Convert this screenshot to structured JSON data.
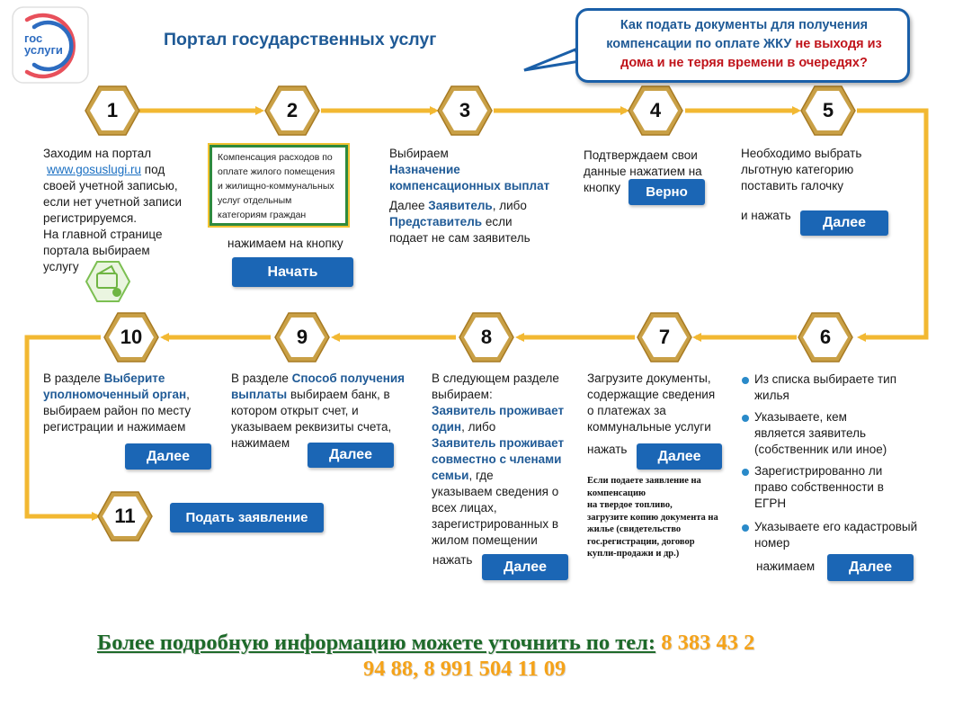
{
  "logo": {
    "line1": "гос",
    "line2": "услуги"
  },
  "title": "Портал государственных услуг",
  "callout": {
    "part1": "Как подать документы для получения компенсации по оплате ЖКУ ",
    "part2": "не выходя из дома и не теряя времени в очередях?"
  },
  "steps": [
    "1",
    "2",
    "3",
    "4",
    "5",
    "6",
    "7",
    "8",
    "9",
    "10",
    "11"
  ],
  "step1": {
    "line1": "Заходим  на портал",
    "link": "www.gosuslugi.ru",
    "line2": " под",
    "line3": "своей учетной  записью,",
    "line4": "если нет учетной записи",
    "line5": "регистрируемся.",
    "line6": "На главной странице",
    "line7": "портала выбираем",
    "line8": "услугу"
  },
  "step2": {
    "service": "Компенсация расходов по оплате жилого помещения и жилищно-коммунальных услуг отдельным категориям граждан",
    "press": "нажимаем на кнопку",
    "button": "Начать"
  },
  "step3": {
    "line1": "Выбираем",
    "bold1": "Назначение",
    "bold2": "компенсационных выплат",
    "line2a": "Далее ",
    "bold3": "Заявитель",
    "line2b": ",  либо",
    "bold4": "Представитель",
    "line3b": "  если",
    "line4": "подает не сам заявитель"
  },
  "step4": {
    "line1": "Подтверждаем  свои",
    "line2": "данные  нажатием  на",
    "line3": "кнопку",
    "button": "Верно"
  },
  "step5": {
    "line1": "Необходимо выбрать",
    "line2": "льготную категорию",
    "line3": "поставить галочку",
    "line4": "и нажать",
    "button": "Далее"
  },
  "step6": {
    "items": [
      [
        "Из списка выбираете тип",
        "жилья"
      ],
      [
        "Указываете, кем",
        "является заявитель",
        "(собственник или иное)"
      ],
      [
        "Зарегистрированно ли",
        "право собственности в",
        "ЕГРН"
      ],
      [
        "Указываете его кадастровый",
        "номер"
      ]
    ],
    "press": "нажимаем",
    "button": "Далее"
  },
  "step7": {
    "line1": "Загрузите документы,",
    "line2": "содержащие сведения",
    "line3": "о платежах за",
    "line4": "коммунальные услуги",
    "press": "нажать",
    "button": "Далее",
    "note": [
      "Если подаете заявление на",
      "компенсацию",
      "на твердое топливо,",
      "загрузите копию документа на",
      "жилье (свидетельство",
      "гос.регистрации, договор",
      "купли-продажи и др.)"
    ]
  },
  "step8": {
    "line1": "В следующем разделе",
    "line2": "выбираем:",
    "bold1": "Заявитель проживает",
    "bold2": "один",
    "line3": ", либо",
    "bold3": "Заявитель проживает",
    "bold4": "совместно с членами",
    "bold5": "семьи",
    "line4": ", где",
    "line5": "указываем сведения о",
    "line6": "всех лицах,",
    "line7": "зарегистрированных в",
    "line8": "жилом помещении",
    "press": "нажать",
    "button": "Далее"
  },
  "step9": {
    "line1a": "В разделе ",
    "bold1": "Способ получения",
    "bold2": "выплаты",
    "line2b": " выбираем банк, в",
    "line3": "котором открыт счет, и",
    "line4": "указываем реквизиты счета,",
    "line5": "нажимаем",
    "button": "Далее"
  },
  "step10": {
    "line1a": "В разделе  ",
    "bold1": "Выберите",
    "bold2": "уполномоченный  орган",
    "line2b": ",",
    "line3": "выбираем  район  по месту",
    "line4": "регистрации  и нажимаем",
    "button": "Далее"
  },
  "step11": {
    "button": "Подать заявление"
  },
  "footer": {
    "part1": "Более подробную информацию можете уточнить по тел:",
    "part2": " 8 383 43 2",
    "line2": "94 88, 8 991 504 11 09"
  },
  "colors": {
    "accent": "#1f5a96",
    "button": "#1b66b5",
    "path": "#f2b832",
    "hex_border": "#b8862c",
    "footer_green": "#1e6a2a",
    "footer_orange": "#f5a31a"
  }
}
